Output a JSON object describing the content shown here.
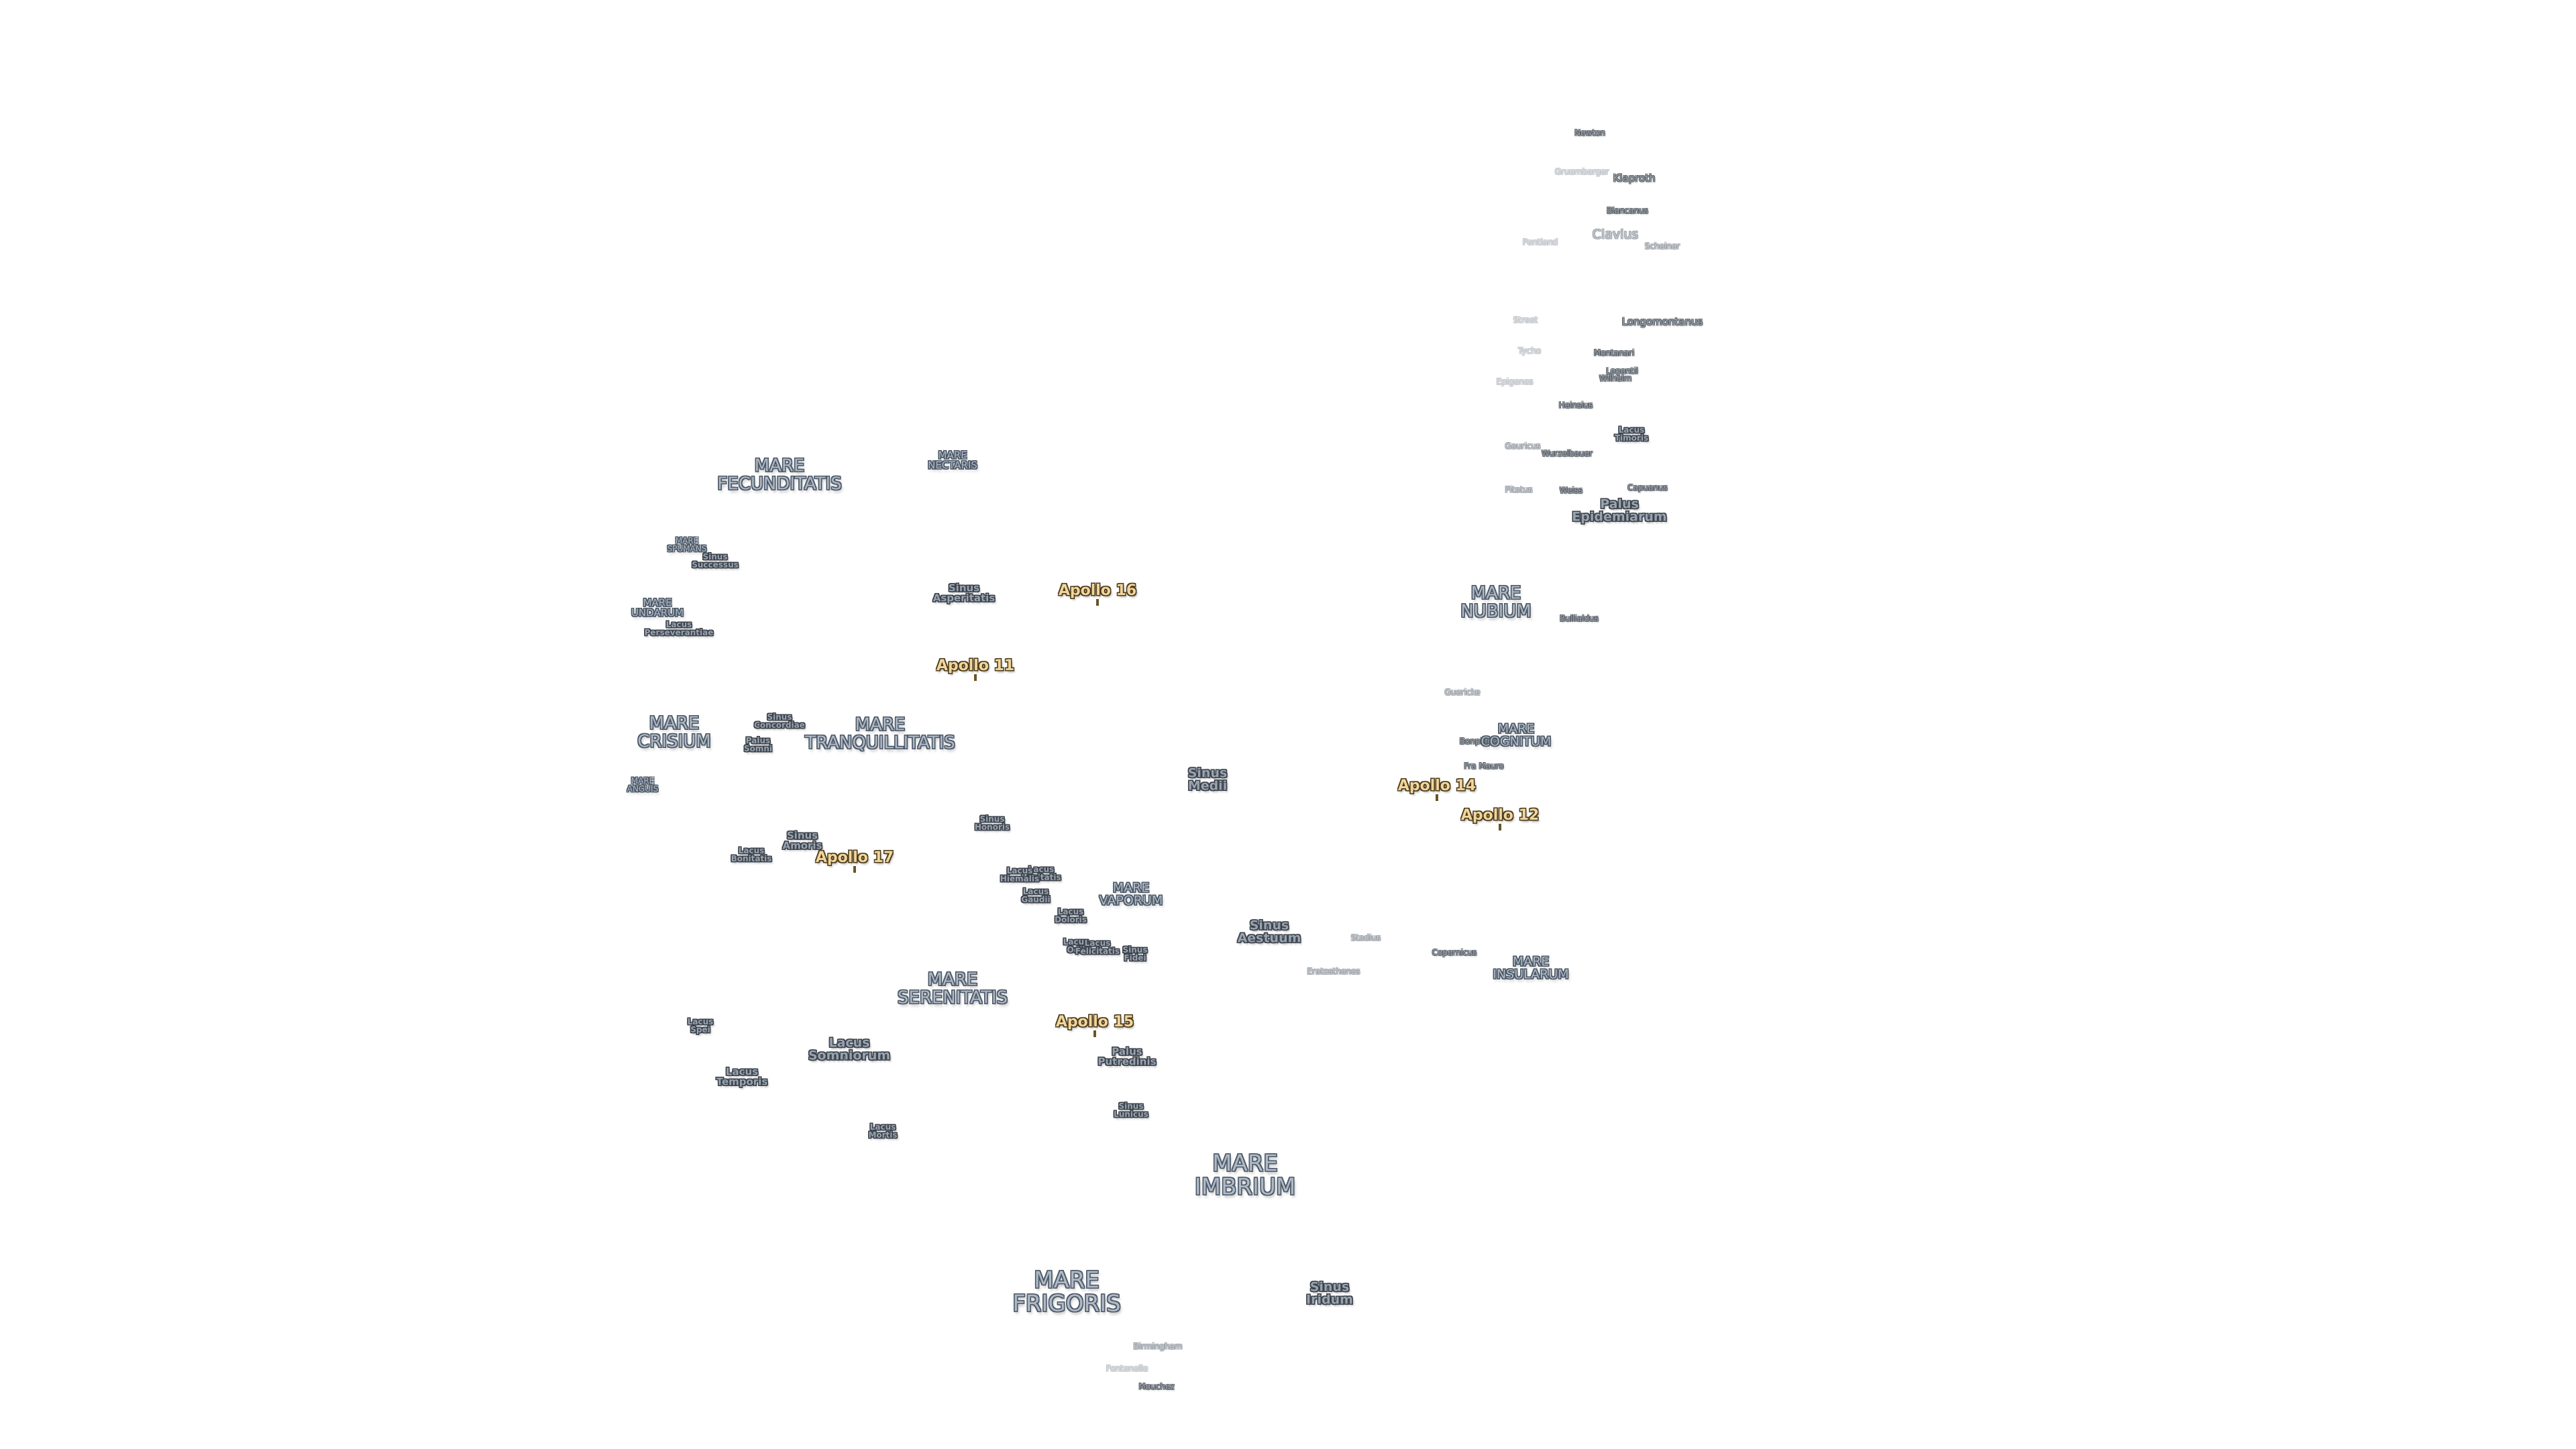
{
  "map": {
    "maria": [
      "MARE\nFECUNDITATIS",
      "MARE\nNECTARIS",
      "MARE\nSPUMANS",
      "MARE\nUNDARUM",
      "MARE\nCRISIUM",
      "MARE\nTRANQUILLITATIS",
      "MARE\nANGUIS",
      "MARE\nVAPORUM",
      "MARE\nSERENITATIS",
      "MARE\nIMBRIUM",
      "MARE\nFRIGORIS",
      "MARE\nNUBIUM",
      "MARE\nCOGNITUM",
      "MARE\nINSULARUM"
    ],
    "features": [
      "Sinus\nSuccessus",
      "Lacus\nPerseverantiae",
      "Sinus\nAsperitatis",
      "Sinus\nConcordiae",
      "Palus\nSomni",
      "Sinus\nMedii",
      "Sinus\nHonoris",
      "Sinus\nAmoris",
      "Lacus\nBonitatis",
      "Lacus\nLenitatis",
      "Lacus\nHiemalis",
      "Lacus\nGaudii",
      "Lacus\nDoloris",
      "Lacus\nOdii",
      "Lacus\nFelicitatis",
      "Sinus\nFidei",
      "Sinus\nAestuum",
      "Lacus\nSpei",
      "Lacus\nTemporis",
      "Lacus\nSomniorum",
      "Palus\nPutredinis",
      "Sinus\nLunicus",
      "Lacus\nMortis",
      "Sinus\nIridum",
      "Palus\nEpidemiarum",
      "Lacus\nTimoris"
    ],
    "craters": [
      "Newton",
      "Gruemberger",
      "Klaproth",
      "Blancanus",
      "Clavius",
      "Scheiner",
      "Pentland",
      "Longomontanus",
      "Street",
      "Tycho",
      "Montanari",
      "Legentil",
      "Wilhelm",
      "Heinsius",
      "Gauricus",
      "Wurzelbauer",
      "Pitatus",
      "Weiss",
      "Capuanus",
      "Bullialdus",
      "Guericke",
      "Bonpland",
      "Fra Mauro",
      "Stadius",
      "Copernicus",
      "Eratosthenes",
      "Birmingham",
      "Fontenelle",
      "Mouchez",
      "Epigenes"
    ],
    "apollo_sites": [
      "Apollo 16",
      "Apollo 11",
      "Apollo 14",
      "Apollo 12",
      "Apollo 17",
      "Apollo 15"
    ]
  }
}
